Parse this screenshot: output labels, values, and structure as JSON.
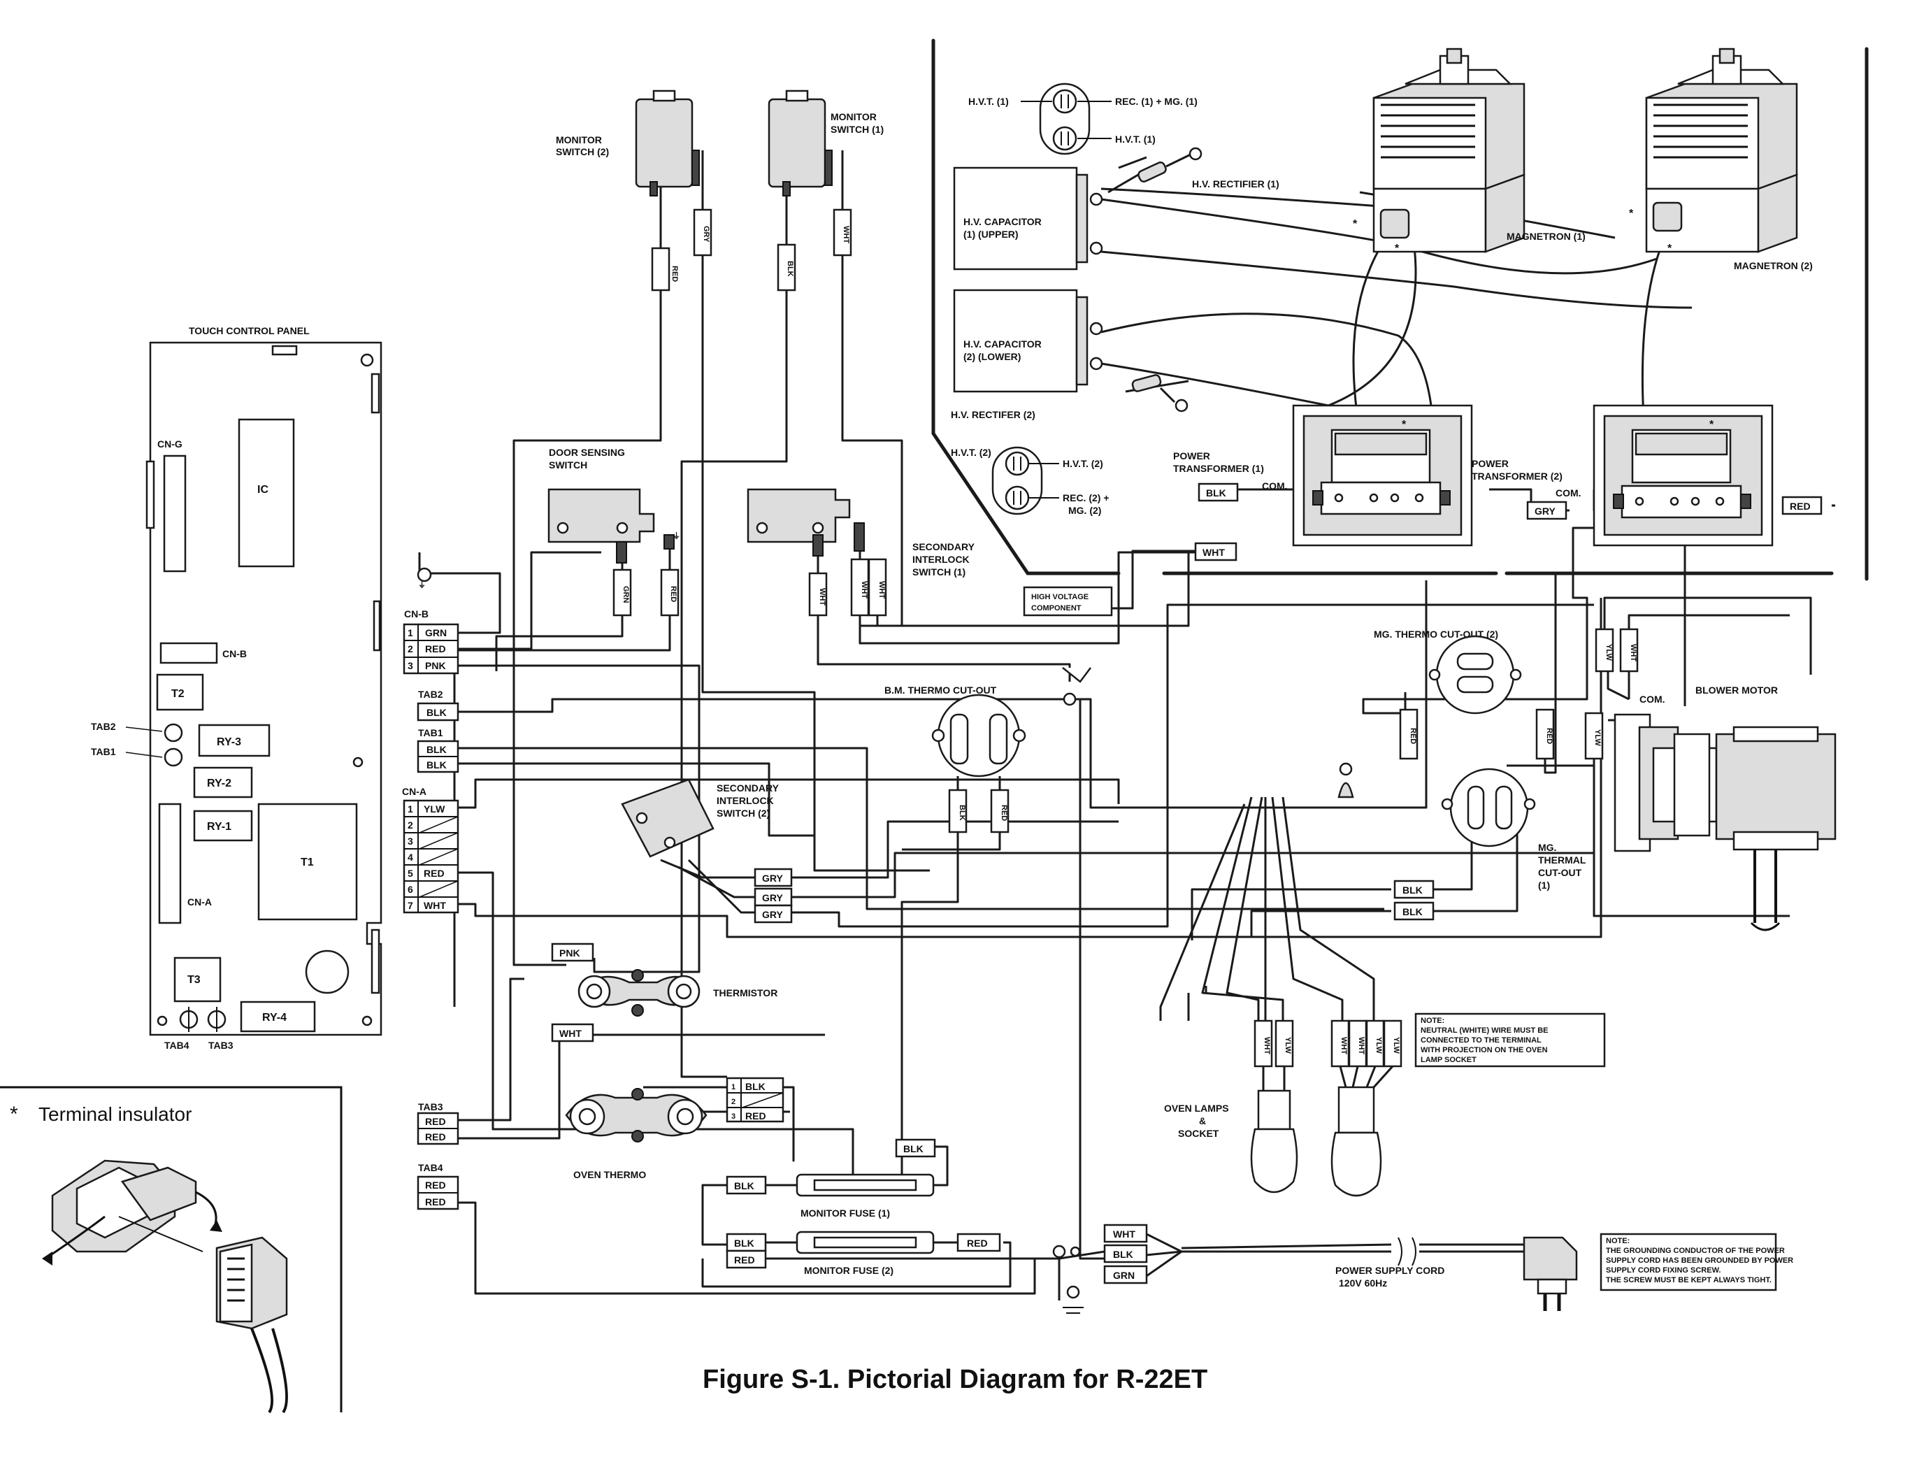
{
  "figure_title": "Figure S-1.  Pictorial Diagram for R-22ET",
  "terminal_insulator": "Terminal insulator",
  "asterisk": "*",
  "labels": {
    "monitor_switch_2": [
      "MONITOR",
      "SWITCH (2)"
    ],
    "monitor_switch_1": [
      "MONITOR",
      "SWITCH (1)"
    ],
    "touch_control_panel": "TOUCH CONTROL PANEL",
    "door_sensing_switch": [
      "DOOR SENSING",
      "SWITCH"
    ],
    "secondary_interlock_1": [
      "SECONDARY",
      "INTERLOCK",
      "SWITCH (1)"
    ],
    "secondary_interlock_2": [
      "SECONDARY",
      "INTERLOCK",
      "SWITCH (2)"
    ],
    "high_voltage_component": [
      "HIGH VOLTAGE",
      "COMPONENT"
    ],
    "bm_thermo": "B.M. THERMO CUT-OUT",
    "mg_thermo_2": "MG. THERMO CUT-OUT (2)",
    "mg_thermal_1": [
      "MG.",
      "THERMAL",
      "CUT-OUT",
      "(1)"
    ],
    "blower_motor": "BLOWER MOTOR",
    "com": "COM.",
    "thermistor": "THERMISTOR",
    "oven_thermo": "OVEN THERMO",
    "monitor_fuse_1": "MONITOR FUSE (1)",
    "monitor_fuse_2": "MONITOR FUSE (2)",
    "oven_lamps": [
      "OVEN LAMPS",
      "&",
      "SOCKET"
    ],
    "power_cord": [
      "POWER SUPPLY CORD",
      "120V 60Hz"
    ],
    "hvt1": "H.V.T. (1)",
    "rec1_mg1": "REC. (1) + MG. (1)",
    "hvt1b": "H.V.T. (1)",
    "hv_rectifier_1": "H.V. RECTIFIER (1)",
    "hv_capacitor_1": [
      "H.V. CAPACITOR",
      "(1) (UPPER)"
    ],
    "hv_capacitor_2": [
      "H.V. CAPACITOR",
      "(2) (LOWER)"
    ],
    "hv_rectifier_2": "H.V. RECTIFER (2)",
    "hvt2": "H.V.T. (2)",
    "hvt2b": "H.V.T. (2)",
    "rec2_mg2": [
      "REC. (2) +",
      "MG. (2)"
    ],
    "power_transformer_1": [
      "POWER",
      "TRANSFORMER (1)"
    ],
    "power_transformer_2": [
      "POWER",
      "TRANSFORMER (2)"
    ],
    "magnetron_1": "MAGNETRON (1)",
    "magnetron_2": "MAGNETRON (2)",
    "com_pt1": "COM.",
    "com_pt2": "COM."
  },
  "note_lamp": [
    "NOTE:",
    "NEUTRAL (WHITE) WIRE MUST BE",
    "CONNECTED TO THE TERMINAL",
    "WITH PROJECTION ON THE OVEN",
    "LAMP SOCKET"
  ],
  "note_ground": [
    "NOTE:",
    "THE GROUNDING CONDUCTOR OF THE POWER",
    "SUPPLY CORD HAS BEEN GROUNDED BY POWER",
    "SUPPLY CORD FIXING SCREW.",
    "THE SCREW MUST BE KEPT ALWAYS TIGHT."
  ],
  "panel": {
    "cn_g": "CN-G",
    "ic": "IC",
    "cn_b": "CN-B",
    "t2": "T2",
    "ry3": "RY-3",
    "ry2": "RY-2",
    "ry1": "RY-1",
    "t1": "T1",
    "cn_a": "CN-A",
    "t3": "T3",
    "ry4": "RY-4",
    "tab2": "TAB2",
    "tab1": "TAB1",
    "tab4": "TAB4",
    "tab3": "TAB3"
  },
  "cn_b_block": {
    "title": "CN-B",
    "rows": [
      [
        "1",
        "GRN"
      ],
      [
        "2",
        "RED"
      ],
      [
        "3",
        "PNK"
      ]
    ]
  },
  "cn_a_block": {
    "title": "CN-A",
    "rows": [
      [
        "1",
        "YLW"
      ],
      [
        "2",
        ""
      ],
      [
        "3",
        ""
      ],
      [
        "4",
        ""
      ],
      [
        "5",
        "RED"
      ],
      [
        "6",
        ""
      ],
      [
        "7",
        "WHT"
      ]
    ]
  },
  "tab_blocks": {
    "tab2": {
      "title": "TAB2",
      "wires": [
        "BLK"
      ]
    },
    "tab1": {
      "title": "TAB1",
      "wires": [
        "BLK",
        "BLK"
      ]
    },
    "tab3": {
      "title": "TAB3",
      "wires": [
        "RED",
        "RED"
      ]
    },
    "tab4": {
      "title": "TAB4",
      "wires": [
        "RED",
        "RED"
      ]
    }
  },
  "oven_thermo_block": [
    [
      "1",
      "BLK"
    ],
    [
      "2",
      ""
    ],
    [
      "3",
      "RED"
    ]
  ],
  "wire_tags": {
    "red_ms2": "RED",
    "gry_ms2": "GRY",
    "blk_ms1": "BLK",
    "wht_ms1": "WHT",
    "grn_door": "GRN",
    "red_door": "RED",
    "wht_si1": "WHT",
    "wht_si1b": "WHT",
    "wht_si1c": "WHT",
    "blk_bm": "BLK",
    "red_bm": "RED",
    "red_mg2a": "RED",
    "red_mg2b": "RED",
    "ylw_bl1": "YLW",
    "wht_bl": "WHT",
    "ylw_bl2": "YLW",
    "gry1": "GRY",
    "gry2": "GRY",
    "gry3": "GRY",
    "blk_mg1a": "BLK",
    "blk_mg1b": "BLK",
    "pnk_therm": "PNK",
    "wht_therm": "WHT",
    "blk_pt1": "BLK",
    "wht_pt1": "WHT",
    "gry_pt2": "GRY",
    "red_pt2": "RED",
    "blk_fuse_top": "BLK",
    "blk_fuse1": "BLK",
    "blk_fuse2": "BLK",
    "red_fuse2": "RED",
    "red_fuse2b": "RED",
    "wht_cord": "WHT",
    "blk_cord": "BLK",
    "grn_cord": "GRN",
    "lamp1a": "WHT",
    "lamp1b": "YLW",
    "lamp2a": "WHT",
    "lamp2b": "WHT",
    "lamp2c": "YLW",
    "lamp2d": "YLW"
  }
}
